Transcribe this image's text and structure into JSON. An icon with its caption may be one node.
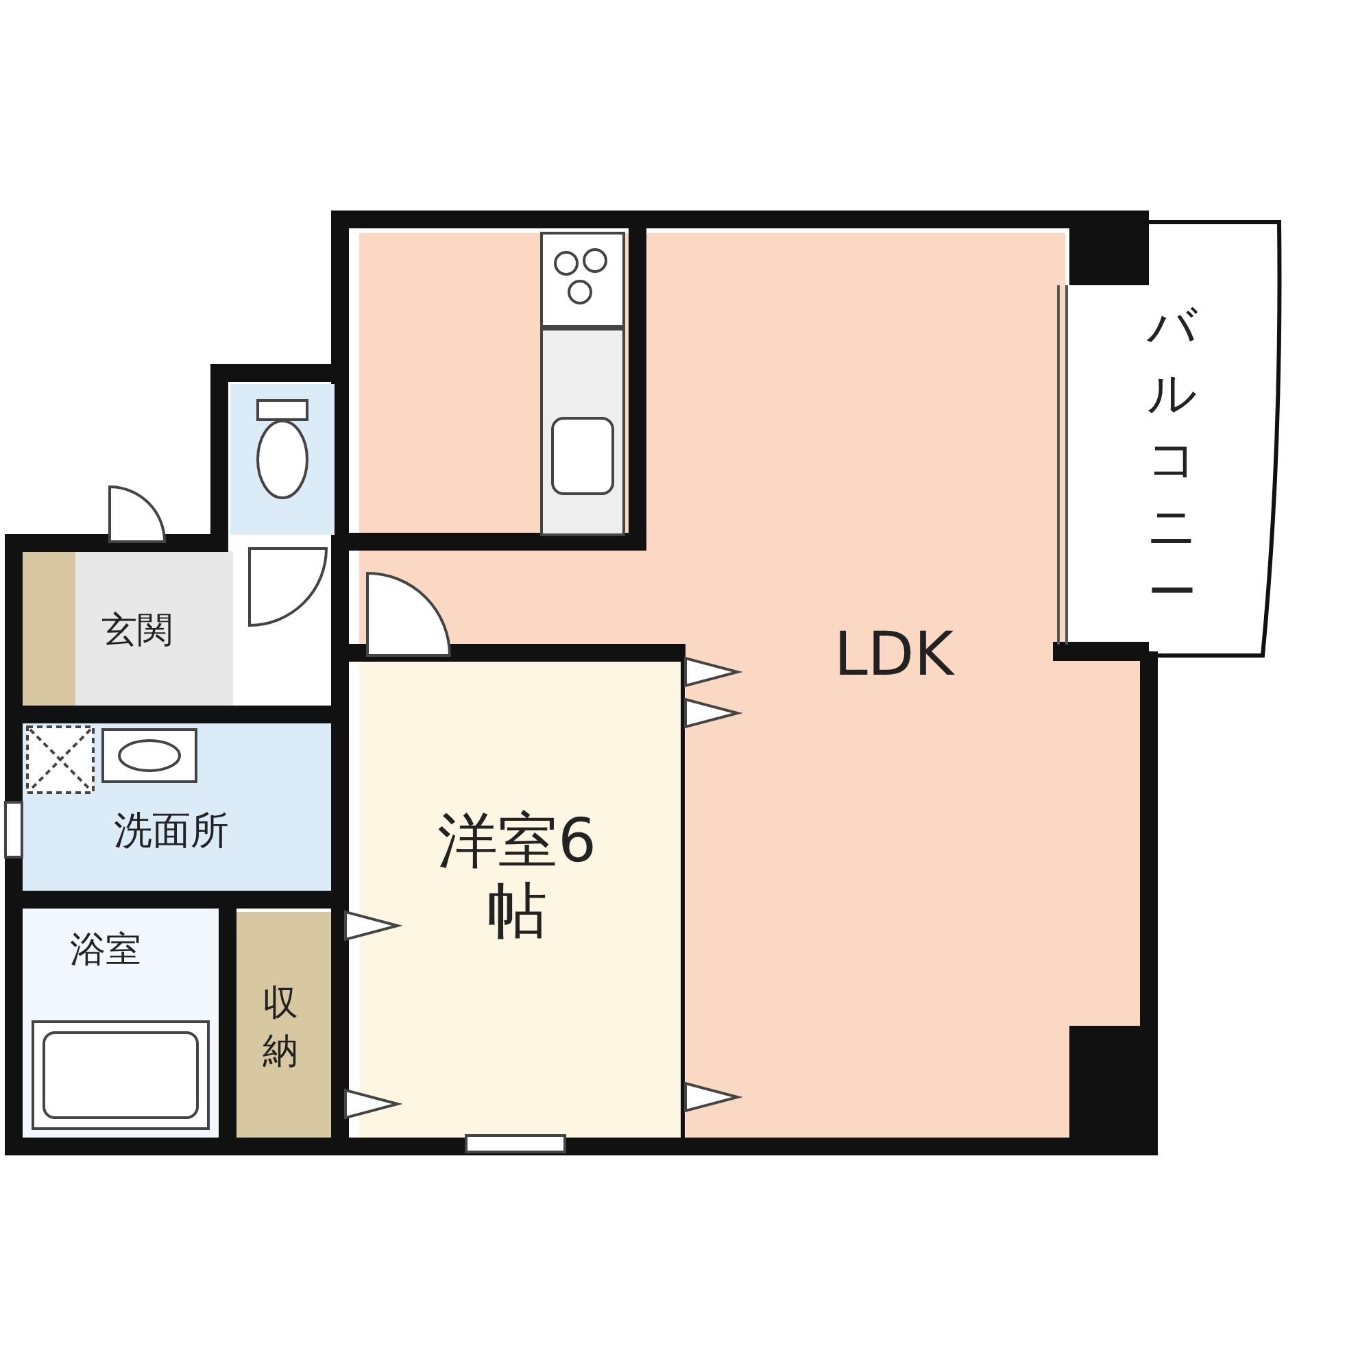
{
  "diagram": {
    "nodes": [
      {
        "text": [
          "バルコニー"
        ]
      },
      {
        "text": [
          "LDK"
        ]
      },
      {
        "text": [
          "玄関"
        ]
      },
      {
        "text": [
          "洗面所"
        ]
      },
      {
        "text": [
          "洋室6帖"
        ]
      },
      {
        "text": [
          "浴室"
        ]
      },
      {
        "text": [
          "収納"
        ]
      }
    ],
    "edges": []
  }
}
